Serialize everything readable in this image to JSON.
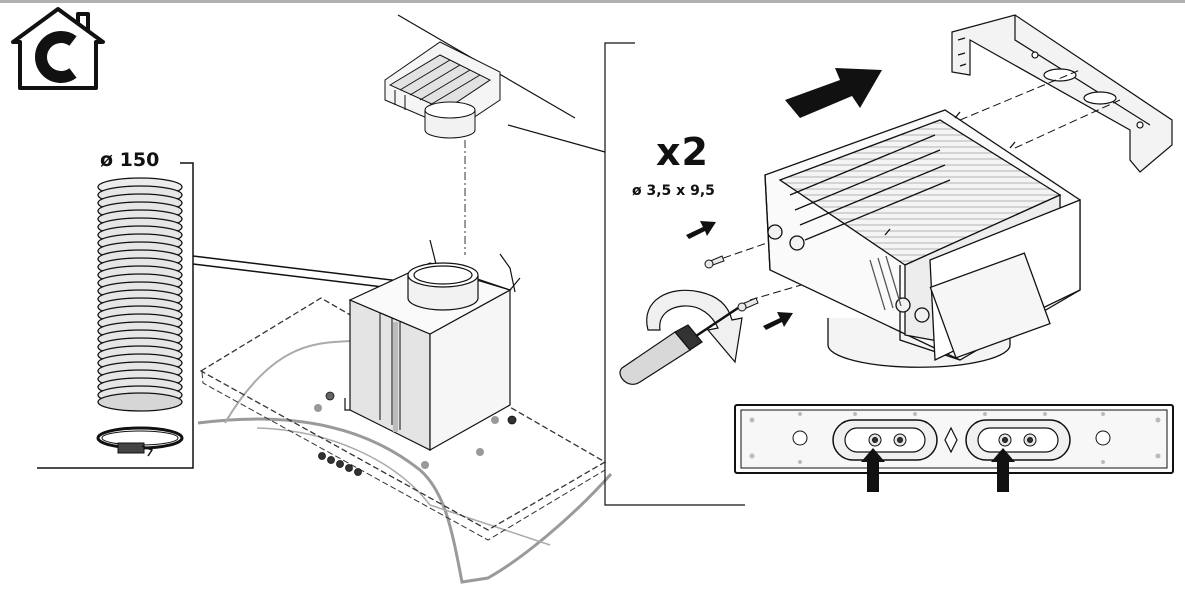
{
  "labels": {
    "duct_diameter": "ø 150",
    "screw_count": "x2",
    "screw_size": "ø 3,5 x 9,5"
  },
  "icons": {
    "mode": "house-recirculation-c-icon"
  },
  "colors": {
    "line": "#111111",
    "fill_light": "#ededed",
    "fill_mid": "#cfcfcf",
    "hood_outline": "#9a9a9a"
  }
}
